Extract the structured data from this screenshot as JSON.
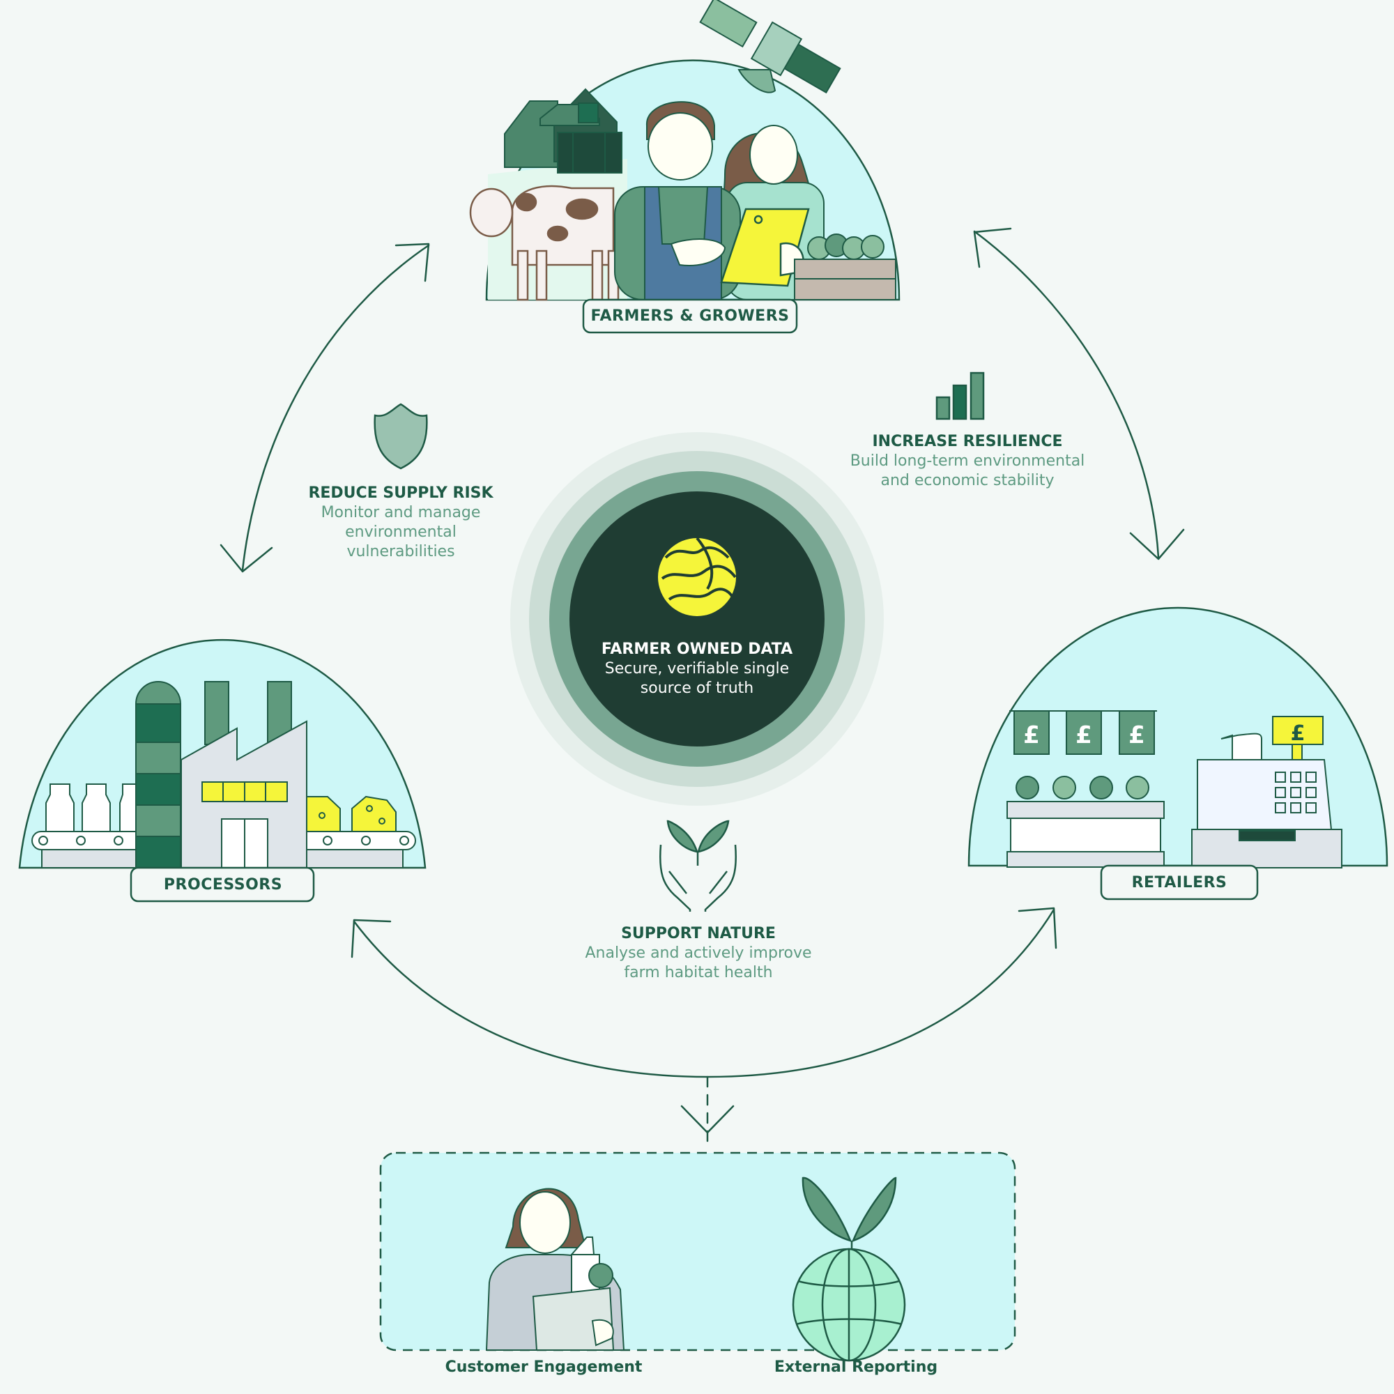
{
  "nodes": {
    "farmers": "FARMERS & GROWERS",
    "processors": "PROCESSORS",
    "retailers": "RETAILERS"
  },
  "center": {
    "title": "FARMER OWNED DATA",
    "line1": "Secure, verifiable single",
    "line2": "source of truth"
  },
  "benefits": {
    "risk": {
      "title": "REDUCE SUPPLY RISK",
      "line1": "Monitor and manage",
      "line2": "environmental",
      "line3": "vulnerabilities"
    },
    "resilience": {
      "title": "INCREASE RESILIENCE",
      "line1": "Build long-term environmental",
      "line2": "and economic stability"
    },
    "nature": {
      "title": "SUPPORT NATURE",
      "line1": "Analyse and actively improve",
      "line2": "farm habitat health"
    }
  },
  "outputs": {
    "customer": "Customer Engagement",
    "reporting": "External Reporting"
  },
  "price_symbol": "£",
  "colors": {
    "dark_green": "#1e5a45",
    "mid_green": "#5f9a7d",
    "light_cyan": "#cdf7f7",
    "yellow": "#f5f53a",
    "center_dark": "#1f3d33"
  }
}
